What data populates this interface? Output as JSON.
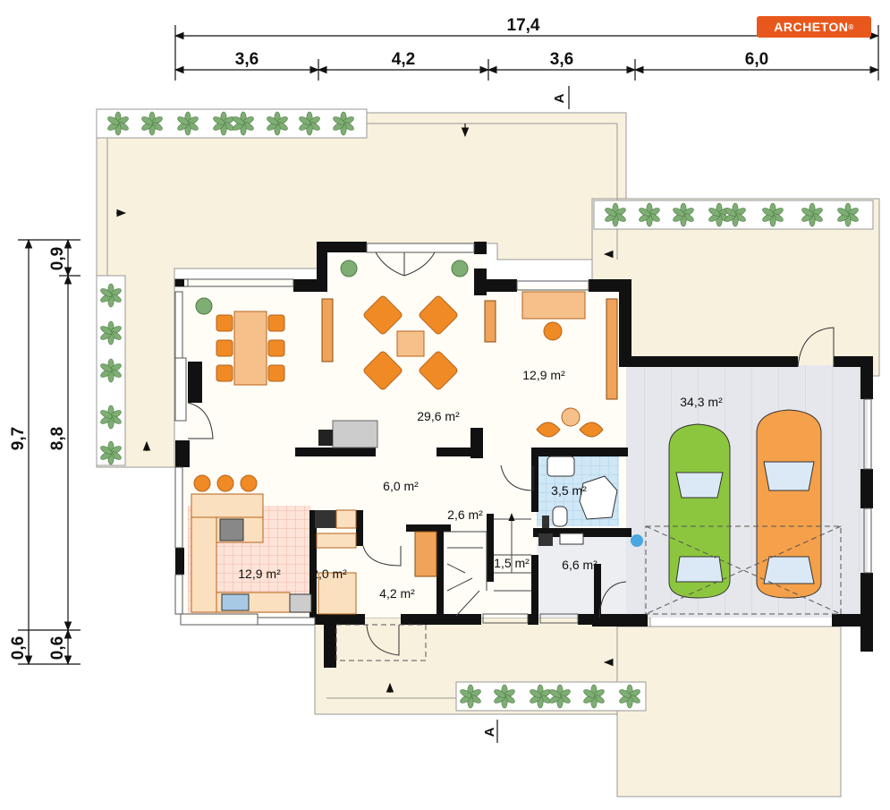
{
  "brand": {
    "logo_text": "ARCHETON",
    "color": "#e8581c"
  },
  "dimensions": {
    "total_width": "17,4",
    "segments": [
      "3,6",
      "4,2",
      "3,6",
      "6,0"
    ],
    "total_depth": "9,7",
    "inner_depth": "8,8",
    "top_offset": "0,9",
    "bottom_offset_left": "0,6",
    "bottom_offset_right": "0,6"
  },
  "section_marker": "A",
  "rooms": [
    {
      "id": "dining-living",
      "area": "29,6 m²"
    },
    {
      "id": "study",
      "area": "12,9 m²"
    },
    {
      "id": "garage",
      "area": "34,3 m²"
    },
    {
      "id": "hall",
      "area": "6,0 m²"
    },
    {
      "id": "bathroom",
      "area": "3,5 m²"
    },
    {
      "id": "stair-landing",
      "area": "2,6 m²"
    },
    {
      "id": "stair-small",
      "area": "1,5 m²"
    },
    {
      "id": "utility",
      "area": "6,6 m²"
    },
    {
      "id": "kitchen",
      "area": "12,9 m²"
    },
    {
      "id": "pantry",
      "area": "2,0 m²"
    },
    {
      "id": "vestibule",
      "area": "4,2 m²"
    }
  ],
  "colors": {
    "terrace": "#f7f0db",
    "wall": "#111111",
    "furniture": "#f08a24",
    "table": "#f6c08a",
    "garage_floor": "#e4e5ea",
    "bath_tile": "#cde6f5",
    "kitchen_counter": "#fbe0bf",
    "plant": "#7fae74",
    "car_green": "#8cc63e",
    "car_orange": "#f5a04a"
  }
}
